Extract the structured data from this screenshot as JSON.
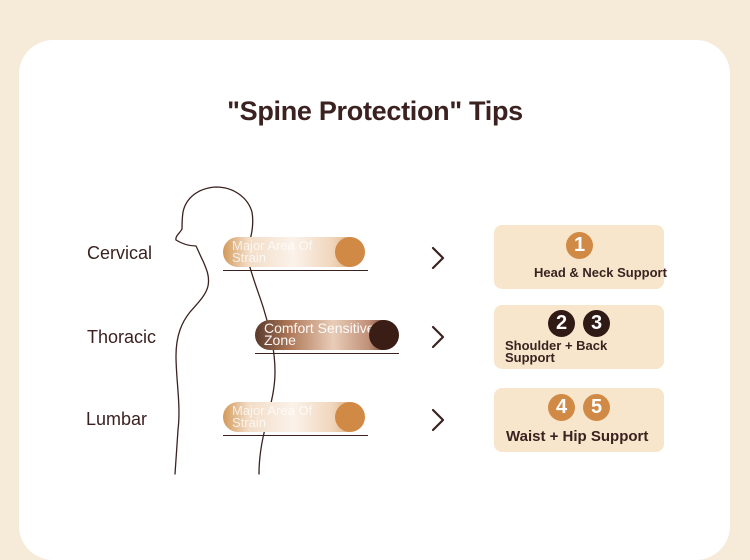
{
  "title": "\"Spine Protection\" Tips",
  "regions": {
    "cervical": "Cervical",
    "thoracic": "Thoracic",
    "lumbar": "Lumbar"
  },
  "zones": {
    "cervical": "Major Area Of Strain",
    "thoracic": "Comfort Sensitive Zone",
    "lumbar": "Major Area Of Strain"
  },
  "tips": [
    {
      "numbers": [
        "1"
      ],
      "label": "Head & Neck Support"
    },
    {
      "numbers": [
        "2",
        "3"
      ],
      "label": "Shoulder + Back Support"
    },
    {
      "numbers": [
        "4",
        "5"
      ],
      "label": "Waist + Hip Support"
    }
  ],
  "colors": {
    "background": "#f6ead8",
    "card": "#ffffff",
    "text": "#3b2220",
    "accent_orange": "#d08a45",
    "accent_dark": "#2f1a16",
    "tip_box": "#f7e6cc"
  },
  "icons": [
    "chevron-right-icon",
    "human-silhouette-icon"
  ]
}
